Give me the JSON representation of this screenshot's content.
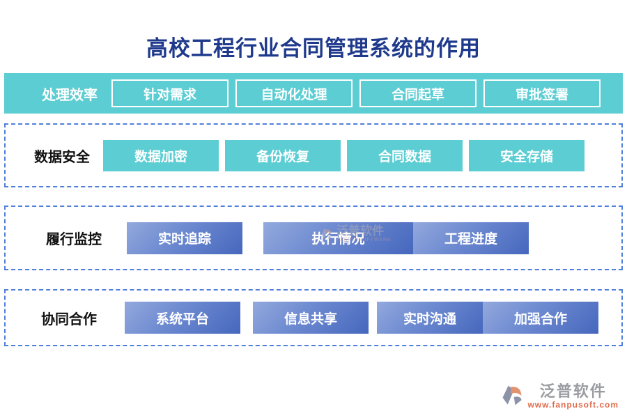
{
  "title": "高校工程行业合同管理系统的作用",
  "colors": {
    "teal": "#5bcdd3",
    "blue_gradient_light": "#93a9dd",
    "blue_gradient_dark": "#4667bd",
    "dashed_border": "#4f7fd9",
    "title_text": "#1f3a8c",
    "logo_gray": "#9b9ca1",
    "logo_orange": "#e06b4d"
  },
  "rows": [
    {
      "label": "处理效率",
      "buttons": [
        "针对需求",
        "自动化处理",
        "合同起草",
        "审批签署"
      ]
    },
    {
      "label": "数据安全",
      "buttons": [
        "数据加密",
        "备份恢复",
        "合同数据",
        "安全存储"
      ]
    },
    {
      "label": "履行监控",
      "buttons": [
        "实时追踪",
        "执行情况",
        "工程进度"
      ]
    },
    {
      "label": "协同合作",
      "buttons": [
        "系统平台",
        "信息共享",
        "实时沟通",
        "加强合作"
      ]
    }
  ],
  "watermark": {
    "name": "泛普软件",
    "subtext": "FANPU SOFTWARE"
  },
  "footer_logo": {
    "name": "泛普软件",
    "url": "www.fanpusoft.com"
  }
}
